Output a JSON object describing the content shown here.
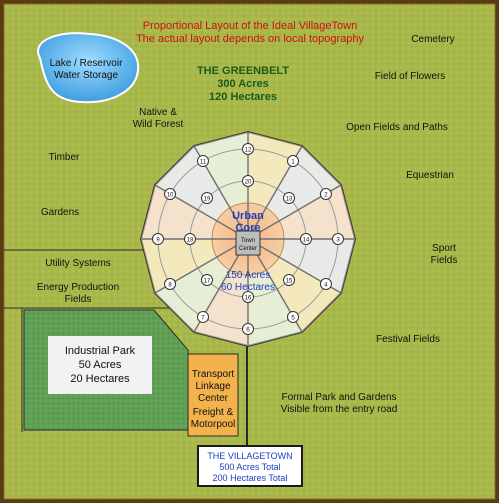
{
  "header": {
    "line1": "Proportional Layout of the Ideal VillageTown",
    "line2": "The actual layout depends on local topography"
  },
  "greenbelt": {
    "title": "THE GREENBELT",
    "acres": "300 Acres",
    "hectares": "120 Hectares"
  },
  "zones": {
    "lake": [
      "Lake / Reservoir",
      "Water Storage"
    ],
    "cemetery": "Cemetery",
    "field_of_flowers": "Field of Flowers",
    "native_forest": [
      "Native &",
      "Wild Forest"
    ],
    "open_fields": "Open Fields and Paths",
    "timber": "Timber",
    "equestrian": "Equestrian",
    "gardens": "Gardens",
    "sport_fields": [
      "Sport",
      "Fields"
    ],
    "utility_systems": "Utility Systems",
    "energy_production": [
      "Energy Production",
      "Fields"
    ],
    "festival_fields": "Festival Fields",
    "industrial_park": [
      "Industrial Park",
      "50 Acres",
      "20 Hectares"
    ],
    "transport": [
      "Transport",
      "Linkage",
      "Center"
    ],
    "freight": [
      "Freight &",
      "Motorpool"
    ],
    "formal_park": [
      "Formal Park and Gardens",
      "Visible from the entry road"
    ]
  },
  "core": {
    "title": [
      "Urban",
      "Core"
    ],
    "town_center": [
      "Town",
      "Center"
    ],
    "acres": "150 Acres",
    "hectares": "60 Hectares"
  },
  "ring_nodes": {
    "outer": [
      "12",
      "1",
      "2",
      "3",
      "4",
      "5",
      "6",
      "7",
      "8",
      "9",
      "10",
      "11"
    ],
    "inner": [
      "20",
      "13",
      "14",
      "15",
      "16",
      "17",
      "18",
      "19"
    ]
  },
  "villagetown": {
    "title": "THE VILLAGETOWN",
    "acres": "500 Acres Total",
    "hectares": "200 Hectares Total"
  },
  "colors": {
    "background_green": "#a9b84a",
    "border": "#6a4a1e",
    "header_red": "#cc1010",
    "greenbelt_green": "#1a5a1a",
    "core_blue": "#1e3fbf",
    "lake_blue": "#5fb6ef",
    "industrial_green": "#5fa055",
    "transport_orange": "#f2b24c"
  }
}
